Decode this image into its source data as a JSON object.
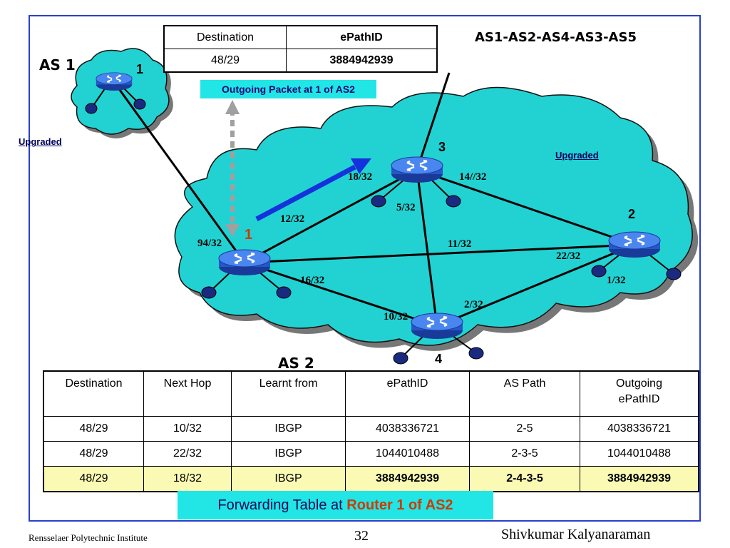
{
  "title_path": "AS1-AS2-AS4-AS3-AS5",
  "as1_label": "AS 1",
  "as2_label": "AS 2",
  "upgraded_left": "Upgraded",
  "upgraded_right": "Upgraded",
  "router_numbers": {
    "as1": "1",
    "r1": "1",
    "r2": "2",
    "r3": "3",
    "r4": "4"
  },
  "link_labels": {
    "l94": "94/32",
    "l12": "12/32",
    "l18": "18/32",
    "l14": "14//32",
    "l5": "5/32",
    "l11": "11/32",
    "l22": "22/32",
    "l1": "1/32",
    "l16": "16/32",
    "l10": "10/32",
    "l2": "2/32"
  },
  "top_table": {
    "headers": [
      "Destination",
      "ePathID"
    ],
    "row": [
      "48/29",
      "3884942939"
    ]
  },
  "outgoing_caption": "Outgoing Packet at 1 of AS2",
  "forwarding_table": {
    "headers": [
      "Destination",
      "Next Hop",
      "Learnt from",
      "ePathID",
      "AS Path",
      "Outgoing ePathID"
    ],
    "rows": [
      [
        "48/29",
        "10/32",
        "IBGP",
        "4038336721",
        "2-5",
        "4038336721"
      ],
      [
        "48/29",
        "22/32",
        "IBGP",
        "1044010488",
        "2-3-5",
        "1044010488"
      ],
      [
        "48/29",
        "18/32",
        "IBGP",
        "3884942939",
        "2-4-3-5",
        "3884942939"
      ]
    ]
  },
  "forwarding_caption": {
    "prefix": "Forwarding Table at ",
    "highlight": "Router 1 of AS2"
  },
  "footer": {
    "left": "Rensselaer Polytechnic Institute",
    "page": "32",
    "author": "Shivkumar Kalyanaraman"
  },
  "colors": {
    "cloud": "#22d2d2",
    "router": "#2a64dc",
    "arrow_blue": "#1433dc",
    "highlight_red": "#c83200",
    "border_blue": "#2a40c8"
  }
}
